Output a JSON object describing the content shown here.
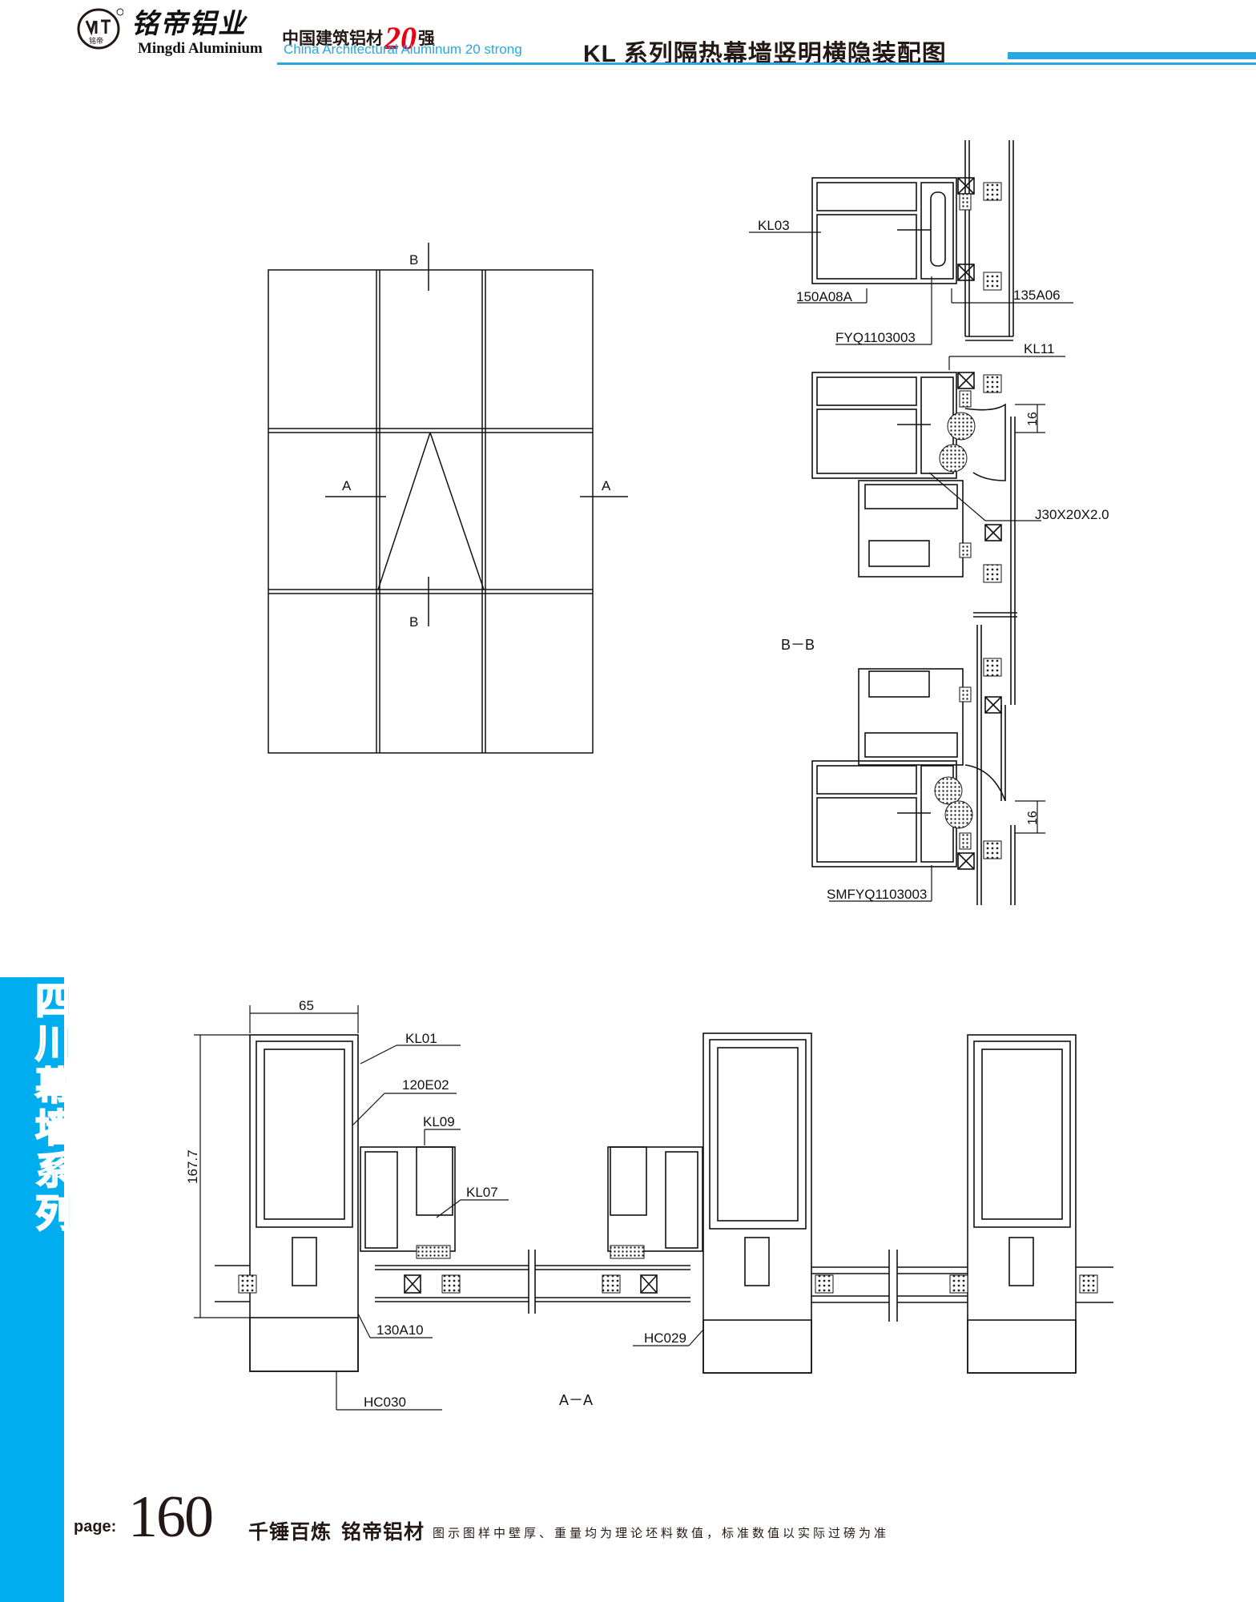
{
  "header": {
    "logo_text": "铭帝",
    "brand_cn": "铭帝铝业",
    "brand_en": "Mingdi Aluminium",
    "slogan_cn_prefix": "中国建筑铝材",
    "slogan_number": "20",
    "slogan_cn_suffix": "强",
    "slogan_en": "China Architectural Aluminum 20 strong",
    "title": "KL 系列隔热幕墙竖明横隐装配图"
  },
  "sidebar": {
    "text": "四川幕墙系列"
  },
  "elevation": {
    "section_b_top": "B",
    "section_b_bottom": "B",
    "section_a_left": "A",
    "section_a_right": "A"
  },
  "section_bb": {
    "caption": "B－B",
    "labels": [
      "KL03",
      "150A08A",
      "135A06",
      "FYQ1103003",
      "KL11",
      "J30X20X2.0",
      "SMFYQ1103003"
    ],
    "dimension_upper": "16",
    "dimension_lower": "16"
  },
  "section_aa": {
    "caption": "A－A",
    "labels": [
      "KL01",
      "120E02",
      "KL09",
      "KL07",
      "130A10",
      "HC029",
      "HC030"
    ],
    "width_dimension": "65",
    "height_dimension": "167.7"
  },
  "footer": {
    "page_label": "page:",
    "page_number": "160",
    "slogan": "千锤百炼",
    "brand": "铭帝铝材",
    "note": "图示图样中壁厚、重量均为理论坯料数值，标准数值以实际过磅为准"
  },
  "colors": {
    "accent_blue": "#29a8e0",
    "sidebar_blue": "#00aeef",
    "highlight_red": "#e60012",
    "ink": "#231815"
  }
}
